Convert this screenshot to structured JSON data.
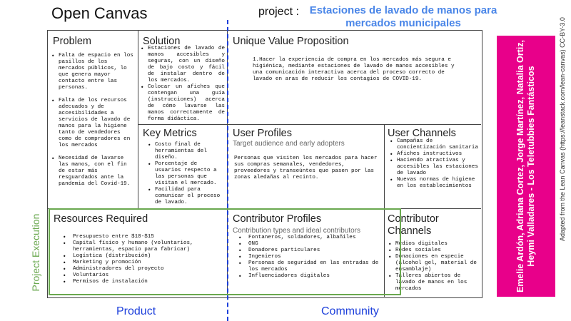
{
  "title": "Open Canvas",
  "project": {
    "label": "project :",
    "name": "Estaciones de lavado de manos para mercados municipales"
  },
  "problem": {
    "title": "Problem",
    "items": [
      "Falta de espacio en los pasillos de los mercados públicos, lo que genera mayor contacto entre las personas.",
      "Falta de los recursos adecuados y de accesibilidades a servicios de lavado de manos para la higiene tanto de vendedores como de compradores en los mercados",
      "Necesidad de lavarse las manos, con el fin de estar más resguardados ante la pandemia del Covid-19."
    ]
  },
  "solution": {
    "title": "Solution",
    "items": [
      "Estaciones de lavado de manos accesibles y seguras, con un diseño de bajo costo y fácil de instalar dentro de los mercados.",
      "Colocar un afiches que contengan una guía (instrucciones) acerca de cómo lavarse las manos correctamente de forma didáctica."
    ]
  },
  "uvp": {
    "title": "Unique Value Proposition",
    "text": "1.Hacer la experiencia de compra en los mercados más segura e higiénica, mediante estaciones de lavado de manos accesibles y una comunicación interactiva acerca del proceso correcto de lavado en aras de reducir los contagios de COVID-19."
  },
  "key_metrics": {
    "title": "Key Metrics",
    "items": [
      "Costo final de herramientas del diseño.",
      "Porcentaje de usuarios respecto a las personas que visitan el mercado.",
      "Facilidad para comunicar el proceso de lavado."
    ]
  },
  "user_profiles": {
    "title": "User Profiles",
    "subtitle": "Target audience and early adopters",
    "text": "Personas que visiten los mercados para hacer sus compras semanales, vendedores, proveedores y transeúntes que pasen por las zonas aledañas al recinto."
  },
  "user_channels": {
    "title": "User Channels",
    "items": [
      "Campañas de concientización sanitaria",
      "Afiches instructivos",
      "Haciendo atractivas y accesibles las estaciones de lavado",
      "Nuevas normas de higiene en los establecimientos"
    ]
  },
  "resources": {
    "title": "Resources Required",
    "items": [
      "Presupuesto entre $10-$15",
      "Capital físico y humano (voluntarios, herramientas, espacio para fabricar)",
      "Logística (distribución)",
      "Marketing y promoción",
      "Administradores del proyecto",
      "Voluntarios",
      "Permisos de instalación"
    ]
  },
  "contributor_profiles": {
    "title": "Contributor Profiles",
    "subtitle": "Contribution types and ideal contributors",
    "items": [
      "Fontaneros, soldadores, albañiles",
      "ONG",
      "Donadores particulares",
      "Ingenieros",
      "Personas de seguridad en las entradas de los mercados",
      "Influenciadores digitales"
    ]
  },
  "contributor_channels": {
    "title": "Contributor Channels",
    "items": [
      "Medios digitales",
      "Redes sociales",
      "Donaciones en especie (alcohol gel, material de ensamblaje)",
      "Talleres abiertos de lavado de manos en los mercados"
    ]
  },
  "labels": {
    "product": "Product",
    "community": "Community",
    "project_execution": "Project Execution"
  },
  "team": "Emelie Ardón, Adriana Cortez, Jorge Martínez, Natalia Ortiz, Heymi Valladares - Los Teletubbies Fantásticos",
  "credit": "Adapted from the Lean Canvas (https://leanstack.com/lean-canvas) CC-BY-3.0",
  "colors": {
    "project_name": "#4a86e8",
    "axis_labels": "#1c3fdb",
    "execution": "#6aa84f",
    "team_panel": "#e8008a"
  }
}
